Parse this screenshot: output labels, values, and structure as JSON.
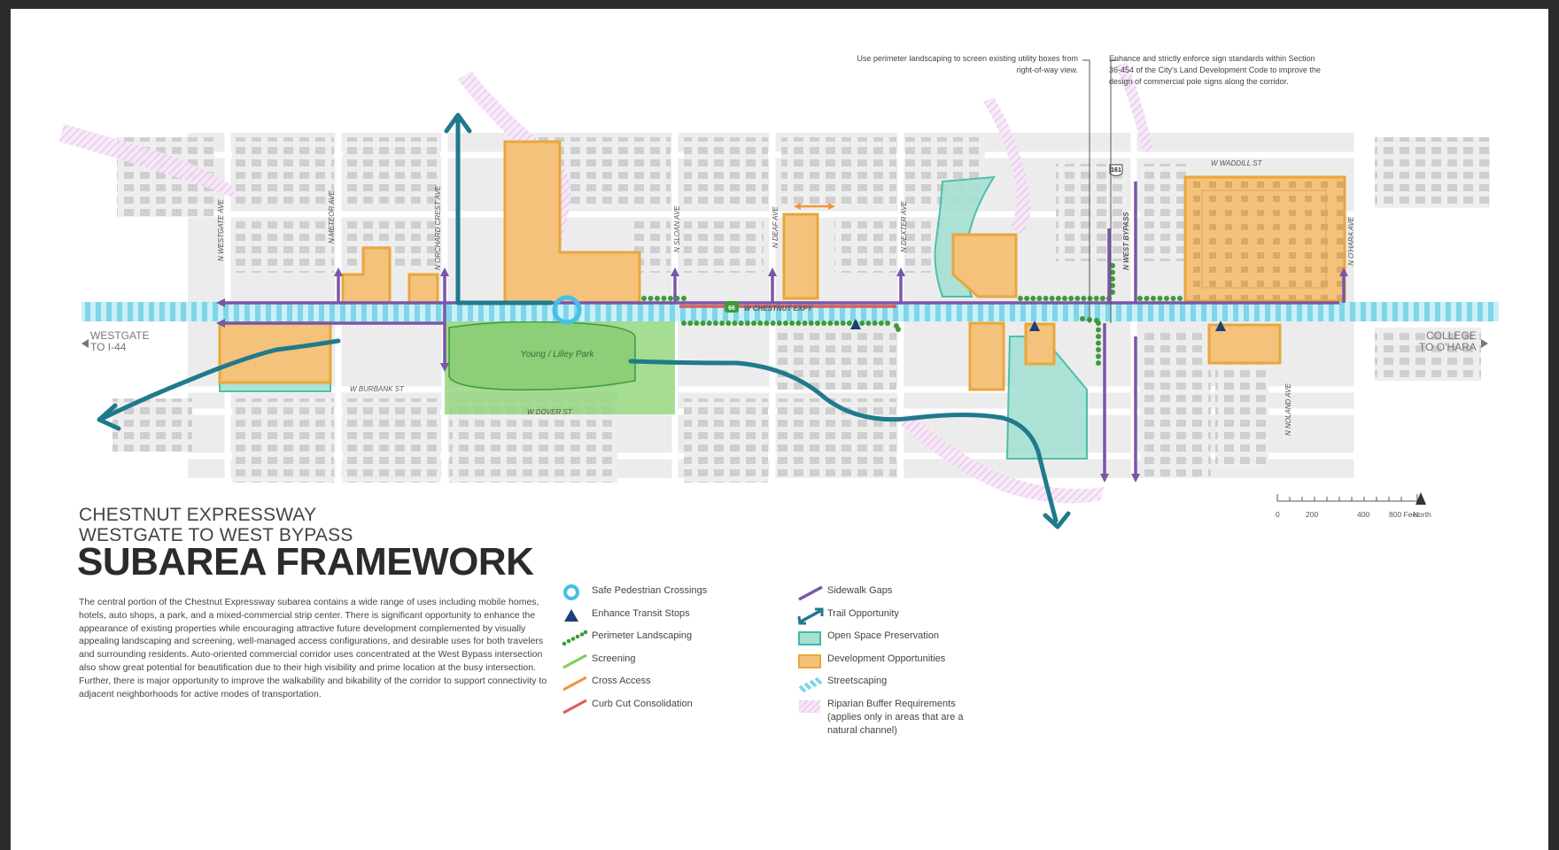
{
  "notes": {
    "perimeter_landscaping": "Use perimeter landscaping to screen existing utility boxes from right-of-way view.",
    "sign_standards": "Enhance and strictly enforce sign standards within Section 36-454 of the City's Land Development Code to improve the design of commercial pole signs along the corridor."
  },
  "directions": {
    "west_line1": "Westgate",
    "west_line2": "to I-44",
    "east_line1": "College",
    "east_line2": "to O'Hara"
  },
  "streets": {
    "w_waddill": "W WADDILL ST",
    "w_chestnut": "W CHESTNUT EXPY",
    "w_burbank": "W BURBANK ST",
    "w_dover": "W DOVER ST",
    "n_westgate": "N WESTGATE AVE",
    "n_meteor": "N METEOR AVE",
    "n_orchard_crest": "N ORCHARD CREST AVE",
    "n_sloan": "N SLOAN AVE",
    "n_deaf": "N DEAF AVE",
    "n_dexter": "N DEXTER AVE",
    "n_west_bypass": "N WEST BYPASS",
    "n_ohara": "N O'HARA AVE",
    "n_noland": "N NOLAND AVE"
  },
  "park_label": "Young / Lilley Park",
  "route_shields": {
    "hwy_161": "161",
    "route_66": "66"
  },
  "scale": {
    "t0": "0",
    "t200": "200",
    "t400": "400",
    "t800": "800 Feet",
    "north": "North"
  },
  "title": {
    "line1": "CHESTNUT EXPRESSWAY",
    "line2": "WESTGATE TO WEST BYPASS",
    "line3": "SUBAREA FRAMEWORK"
  },
  "description": "The central portion of the Chestnut Expressway subarea contains a wide range of uses including mobile homes, hotels, auto shops, a park, and a mixed-commercial strip center. There is significant opportunity to enhance the appearance of existing properties while encouraging attractive future development complemented by visually appealing landscaping and screening, well-managed access configurations, and desirable uses for both travelers and surrounding residents. Auto-oriented commercial corridor uses concentrated at the West Bypass intersection also show great potential for beautification due to their high visibility and prime location at the busy intersection. Further, there is major opportunity to improve the walkability and bikability of the corridor to support connectivity to adjacent neighborhoods for active modes of transportation.",
  "legend": {
    "col1": [
      {
        "icon": "ped-crossing-icon",
        "label": "Safe Pedestrian Crossings"
      },
      {
        "icon": "transit-stop-icon",
        "label": "Enhance Transit Stops"
      },
      {
        "icon": "landscaping-icon",
        "label": "Perimeter Landscaping"
      },
      {
        "icon": "screening-icon",
        "label": "Screening"
      },
      {
        "icon": "cross-access-icon",
        "label": "Cross Access"
      },
      {
        "icon": "curb-cut-icon",
        "label": "Curb Cut Consolidation"
      }
    ],
    "col2": [
      {
        "icon": "sidewalk-gap-icon",
        "label": "Sidewalk Gaps"
      },
      {
        "icon": "trail-icon",
        "label": "Trail Opportunity"
      },
      {
        "icon": "open-space-icon",
        "label": "Open Space Preservation"
      },
      {
        "icon": "development-icon",
        "label": "Development Opportunities"
      },
      {
        "icon": "streetscaping-icon",
        "label": "Streetscaping"
      },
      {
        "icon": "riparian-icon",
        "label": "Riparian Buffer Requirements",
        "label2": "(applies only in areas that are a",
        "label3": "natural channel)"
      }
    ]
  },
  "colors": {
    "teal": "#1f7a8c",
    "purple": "#7a56a8",
    "orange_fill": "#f4c27a",
    "orange_stroke": "#e8a73c",
    "open_space": "#a6e0d3",
    "park": "#93d67f",
    "streetscape": "#7fd6e8",
    "landscape": "#3c9b3a",
    "curb_cut": "#e05a5a",
    "transit": "#1c3f7a",
    "riparian": "#e4b8ec"
  }
}
